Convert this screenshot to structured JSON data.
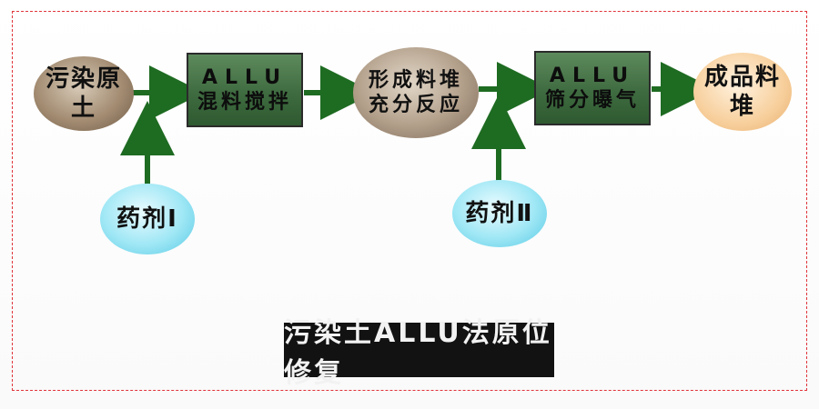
{
  "diagram": {
    "title": "污染土ALLU法原位修复",
    "nodes": {
      "soil": "污染原土",
      "mix_line1": "ALLU",
      "mix_line2": "混料搅拌",
      "pile_line1": "形成料堆",
      "pile_line2": "充分反应",
      "screen_line1": "ALLU",
      "screen_line2": "筛分曝气",
      "product": "成品料堆",
      "agent1": "药剂Ⅰ",
      "agent2": "药剂Ⅱ"
    },
    "colors": {
      "border": "#e0343a",
      "arrow": "#1e6b22",
      "box": "#3f6b40",
      "title_bg": "#121212"
    }
  }
}
